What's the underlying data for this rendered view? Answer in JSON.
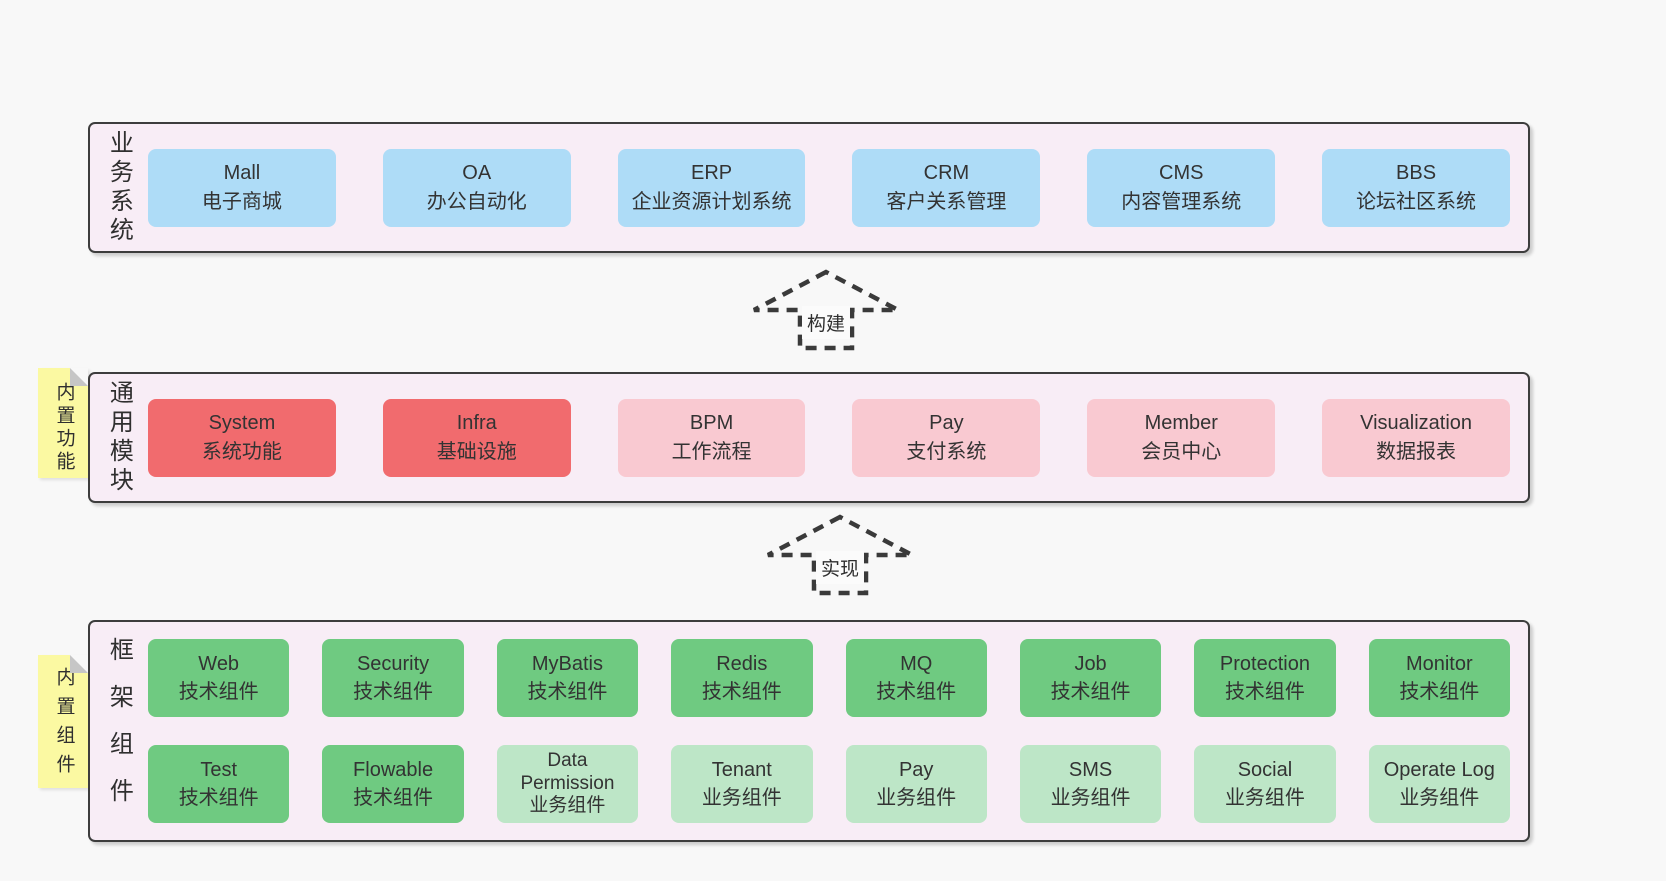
{
  "colors": {
    "page_bg": "#f8f8f8",
    "section_bg": "#f8edf6",
    "section_border": "#3d3d3d",
    "blue_box": "#aedcf7",
    "red_box": "#f16b6e",
    "pink_box": "#f9c9d1",
    "green_box": "#6fca81",
    "light_green_box": "#bde6c7",
    "note_yellow": "#fbf9a2",
    "note_fold_gray": "#c6c6c6",
    "text": "#333333"
  },
  "arrows": [
    {
      "label": "构建"
    },
    {
      "label": "实现"
    }
  ],
  "sections": {
    "business": {
      "label": "业务系统",
      "boxes": [
        {
          "title": "Mall",
          "subtitle": "电子商城"
        },
        {
          "title": "OA",
          "subtitle": "办公自动化"
        },
        {
          "title": "ERP",
          "subtitle": "企业资源计划系统"
        },
        {
          "title": "CRM",
          "subtitle": "客户关系管理"
        },
        {
          "title": "CMS",
          "subtitle": "内容管理系统"
        },
        {
          "title": "BBS",
          "subtitle": "论坛社区系统"
        }
      ]
    },
    "modules": {
      "label": "通用模块",
      "note": "内置功能",
      "boxes": [
        {
          "title": "System",
          "subtitle": "系统功能"
        },
        {
          "title": "Infra",
          "subtitle": "基础设施"
        },
        {
          "title": "BPM",
          "subtitle": "工作流程"
        },
        {
          "title": "Pay",
          "subtitle": "支付系统"
        },
        {
          "title": "Member",
          "subtitle": "会员中心"
        },
        {
          "title": "Visualization",
          "subtitle": "数据报表"
        }
      ]
    },
    "framework": {
      "label": "框架组件",
      "note": "内置组件",
      "row1": [
        {
          "title": "Web",
          "subtitle": "技术组件"
        },
        {
          "title": "Security",
          "subtitle": "技术组件"
        },
        {
          "title": "MyBatis",
          "subtitle": "技术组件"
        },
        {
          "title": "Redis",
          "subtitle": "技术组件"
        },
        {
          "title": "MQ",
          "subtitle": "技术组件"
        },
        {
          "title": "Job",
          "subtitle": "技术组件"
        },
        {
          "title": "Protection",
          "subtitle": "技术组件"
        },
        {
          "title": "Monitor",
          "subtitle": "技术组件"
        }
      ],
      "row2": [
        {
          "title": "Test",
          "subtitle": "技术组件"
        },
        {
          "title": "Flowable",
          "subtitle": "技术组件"
        },
        {
          "title": "Data Permission",
          "subtitle": "业务组件"
        },
        {
          "title": "Tenant",
          "subtitle": "业务组件"
        },
        {
          "title": "Pay",
          "subtitle": "业务组件"
        },
        {
          "title": "SMS",
          "subtitle": "业务组件"
        },
        {
          "title": "Social",
          "subtitle": "业务组件"
        },
        {
          "title": "Operate Log",
          "subtitle": "业务组件"
        }
      ]
    }
  }
}
